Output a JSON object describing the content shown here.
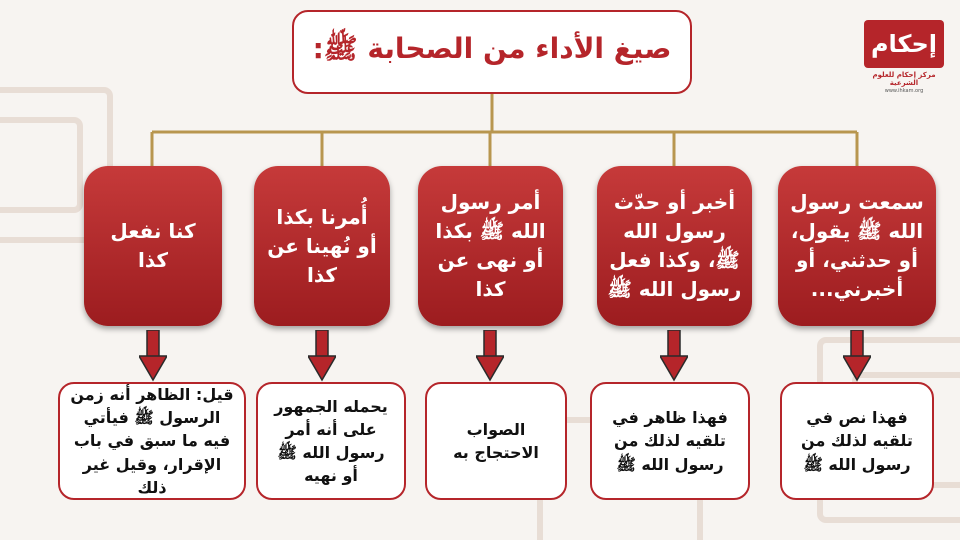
{
  "title": "صيغ الأداء من الصحابة ﷺ:",
  "logo": {
    "name": "إحكام",
    "subtitle": "مركز إحكام للعلوم الشرعية",
    "url": "www.ihkam.org"
  },
  "columns": [
    {
      "form": "سمعت رسول الله ﷺ يقول، أو حدثني، أو أخبرني...",
      "ruling": "فهذا نص في تلقيه لذلك من رسول الله ﷺ"
    },
    {
      "form": "أخبر أو حدّث رسول الله ﷺ، وكذا فعل رسول الله ﷺ",
      "ruling": "فهذا ظاهر في تلقيه لذلك من رسول الله ﷺ"
    },
    {
      "form": "أمر رسول الله ﷺ بكذا أو نهى عن كذا",
      "ruling": "الصواب الاحتجاج به"
    },
    {
      "form": "أُمرنا بكذا أو نُهينا عن كذا",
      "ruling": "يحمله الجمهور على أنه أمر رسول الله ﷺ أو نهيه"
    },
    {
      "form": "كنا نفعل كذا",
      "ruling": "قيل: الظاهر أنه زمن الرسول ﷺ فيأتي فيه ما سبق في باب الإقرار، وقيل غير ذلك"
    }
  ],
  "colors": {
    "accent": "#b5252a",
    "connector": "#b8964f",
    "background": "#f7f4f1"
  }
}
